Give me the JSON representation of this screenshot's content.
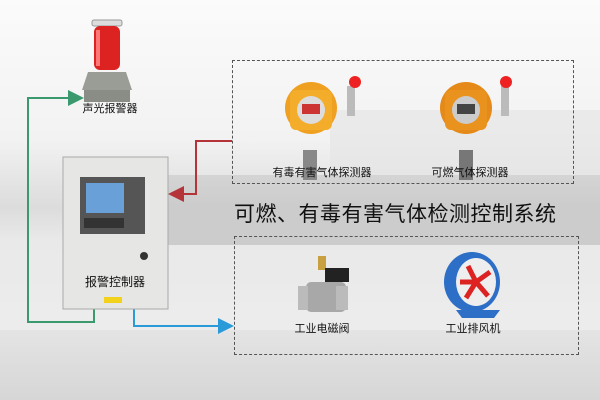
{
  "title": "可燃、有毒有害气体检测控制系统",
  "devices": {
    "alarm_light": "声光报警器",
    "controller": "报警控制器",
    "toxic_detector": "有毒有害气体探测器",
    "combustible_detector": "可燃气体探测器",
    "solenoid_valve": "工业电磁阀",
    "exhaust_fan": "工业排风机"
  },
  "colors": {
    "green_line": "#3a9a6e",
    "red_line": "#b5343a",
    "blue_line": "#2a9ad8",
    "detector": "#f0a020"
  }
}
